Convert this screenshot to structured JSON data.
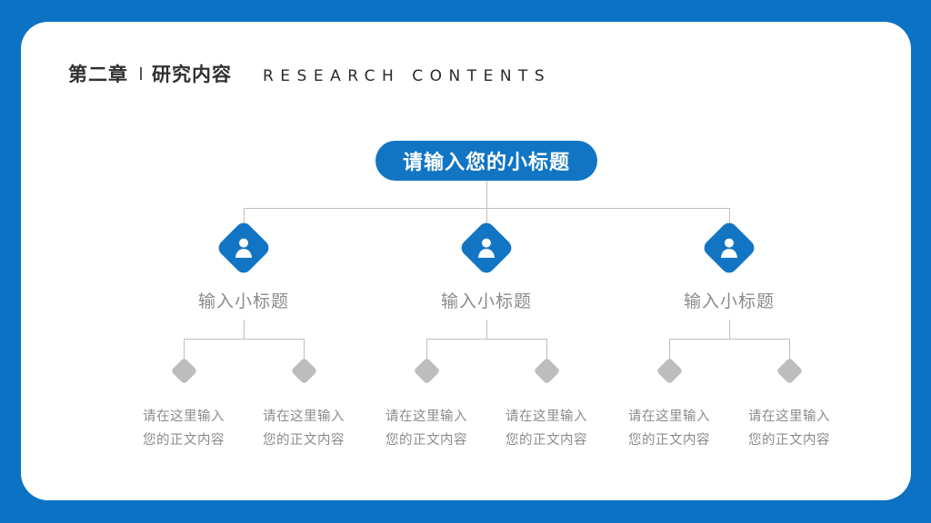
{
  "theme": {
    "background_blue": "#0c72c3",
    "accent_blue": "#1275c4",
    "card_white": "#ffffff",
    "connector_gray": "#bfbfbf",
    "text_gray": "#8b8b8b",
    "heading_dark": "#303030"
  },
  "header": {
    "chapter": "第二章",
    "divider": "|",
    "title_cn": "研究内容",
    "title_en": "RESEARCH CONTENTS"
  },
  "root": {
    "label": "请输入您的小标题"
  },
  "nodes": [
    {
      "label": "输入小标题",
      "icon": "person-icon"
    },
    {
      "label": "输入小标题",
      "icon": "person-icon"
    },
    {
      "label": "输入小标题",
      "icon": "person-icon"
    }
  ],
  "leaves": [
    {
      "line1": "请在这里输入",
      "line2": "您的正文内容",
      "icon": "diamond-icon"
    },
    {
      "line1": "请在这里输入",
      "line2": "您的正文内容",
      "icon": "diamond-icon"
    },
    {
      "line1": "请在这里输入",
      "line2": "您的正文内容",
      "icon": "diamond-icon"
    },
    {
      "line1": "请在这里输入",
      "line2": "您的正文内容",
      "icon": "diamond-icon"
    },
    {
      "line1": "请在这里输入",
      "line2": "您的正文内容",
      "icon": "diamond-icon"
    },
    {
      "line1": "请在这里输入",
      "line2": "您的正文内容",
      "icon": "diamond-icon"
    }
  ]
}
